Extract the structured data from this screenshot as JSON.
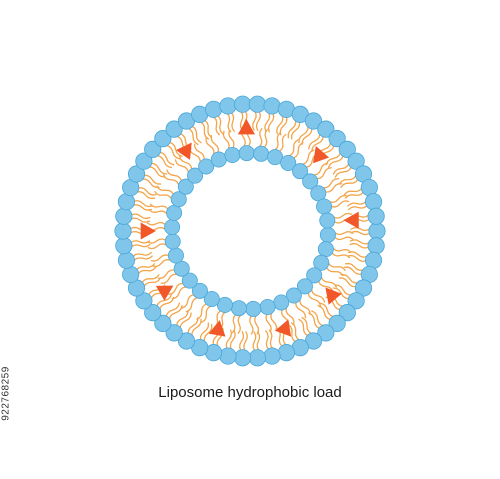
{
  "diagram": {
    "caption": "Liposome hydrophobic load",
    "image_id_text": "922768259",
    "colors": {
      "head_fill": "#7fc6ea",
      "head_stroke": "#4aa6d8",
      "tail": "#f3a54a",
      "load": "#f2572a",
      "background": "#ffffff"
    },
    "icons": {
      "phospholipid_head": "blue-sphere",
      "lipid_tail": "orange-wavy-line",
      "hydrophobic_drug": "orange-triangle"
    }
  }
}
